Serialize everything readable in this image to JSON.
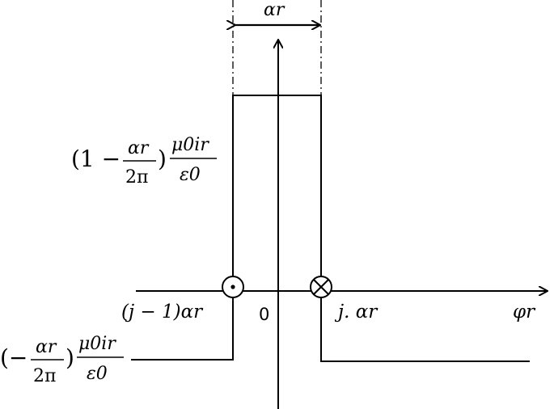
{
  "diagram": {
    "width_label": "αr",
    "axis_label": "φr",
    "origin_label": "0",
    "left_conductor_label": "(j − 1)αr",
    "right_conductor_label": "j. αr",
    "upper_level": {
      "open": "(1 −",
      "frac_num": "αr",
      "frac_den": "2π",
      "close": ")",
      "coef_num": "μ0ir",
      "coef_den": "ε0"
    },
    "lower_level": {
      "open": "(−",
      "frac_num": "αr",
      "frac_den": "2π",
      "close": ")",
      "coef_num": "μ0ir",
      "coef_den": "ε0"
    },
    "left_conductor_symbol": "dot (current out of page)",
    "right_conductor_symbol": "cross (current into page)"
  }
}
